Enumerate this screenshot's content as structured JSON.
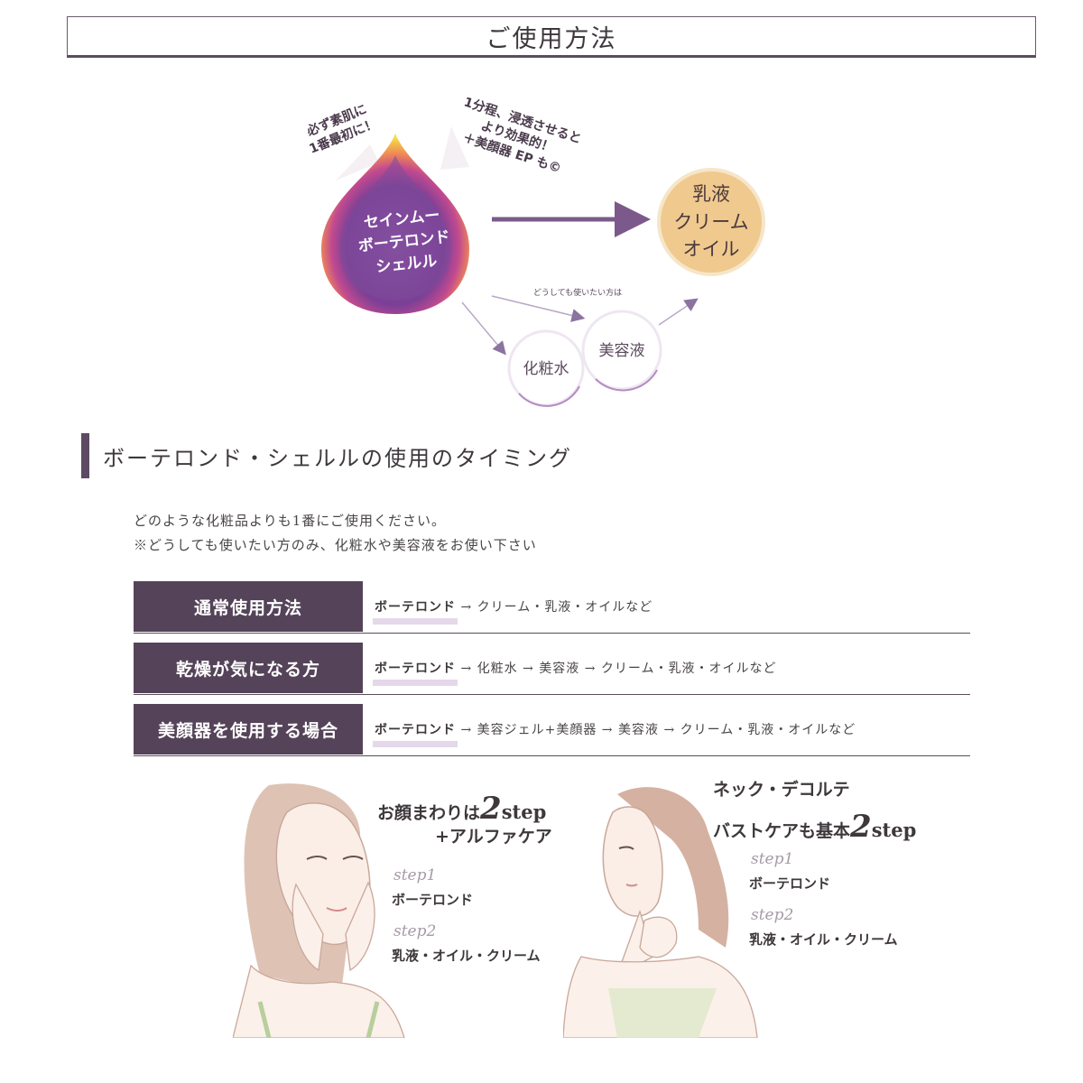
{
  "page": {
    "title": "ご使用方法"
  },
  "diagram": {
    "note_left": [
      "必ず素肌に",
      "1番最初に！"
    ],
    "note_right": [
      "1分程、浸透させると",
      "より効果的！",
      "＋美顔器 EP も©"
    ],
    "drop_lines": [
      "セインムー",
      "ボーテロンド",
      "シェルル"
    ],
    "big_circle_lines": [
      "乳液",
      "クリーム",
      "オイル"
    ],
    "optional_note": "どうしても使いたい方は",
    "circle_toner": "化粧水",
    "circle_serum": "美容液",
    "colors": {
      "accent": "#554359",
      "cream": "#f0c98f",
      "arrow": "#7b5a8b"
    }
  },
  "section": {
    "title": "ボーテロンド・シェルルの使用のタイミング",
    "intro_lines": [
      "どのような化粧品よりも1番にご使用ください。",
      "※どうしても使いたい方のみ、化粧水や美容液をお使い下さい"
    ]
  },
  "timing_rows": [
    {
      "label": "通常使用方法",
      "key": "ボーテロンド",
      "rest": " → クリーム・乳液・オイルなど"
    },
    {
      "label": "乾燥が気になる方",
      "key": "ボーテロンド",
      "rest": " → 化粧水 → 美容液 → クリーム・乳液・オイルなど"
    },
    {
      "label": "美顔器を使用する場合",
      "key": "ボーテロンド",
      "rest": " → 美容ジェル+美顔器 → 美容液 → クリーム・乳液・オイルなど"
    }
  ],
  "illustrations": {
    "left": {
      "head_a": "お顔まわりは",
      "head_num": "2",
      "head_step": "step",
      "head_b": "+アルファケア",
      "step1_word": "step1",
      "step1_desc": "ボーテロンド",
      "step2_word": "step2",
      "step2_desc": "乳液・オイル・クリーム"
    },
    "right": {
      "head_a": "ネック・デコルテ",
      "head_b": "バストケアも基本",
      "head_num": "2",
      "head_step": "step",
      "step1_word": "step1",
      "step1_desc": "ボーテロンド",
      "step2_word": "step2",
      "step2_desc": "乳液・オイル・クリーム"
    }
  }
}
